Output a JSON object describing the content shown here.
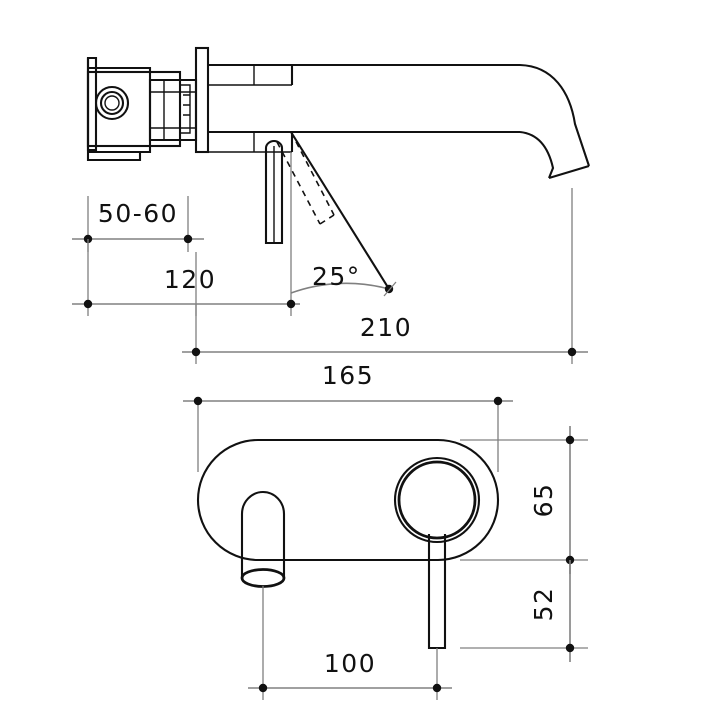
{
  "drawing": {
    "title": "Wall mounted basin mixer - dimensioned technical drawing",
    "units": "mm",
    "line_color_object": "#111111",
    "line_color_dimension": "#808080",
    "background": "#ffffff",
    "views": [
      {
        "name": "side-elevation",
        "label": ""
      },
      {
        "name": "front-elevation",
        "label": ""
      }
    ]
  },
  "dimensions": {
    "wall_depth": {
      "value": "50-60",
      "orientation": "horizontal",
      "view": "side-elevation"
    },
    "body_projection": {
      "value": "120",
      "orientation": "horizontal",
      "view": "side-elevation"
    },
    "lever_swing_angle": {
      "value": "25°",
      "orientation": "angular",
      "view": "side-elevation"
    },
    "spout_reach": {
      "value": "210",
      "orientation": "horizontal",
      "view": "side-elevation"
    },
    "plate_width": {
      "value": "165",
      "orientation": "horizontal",
      "view": "front-elevation"
    },
    "plate_height": {
      "value": "65",
      "orientation": "vertical",
      "view": "front-elevation"
    },
    "lever_drop": {
      "value": "52",
      "orientation": "vertical",
      "view": "front-elevation"
    },
    "spout_to_handle": {
      "value": "100",
      "orientation": "horizontal",
      "view": "front-elevation"
    }
  }
}
